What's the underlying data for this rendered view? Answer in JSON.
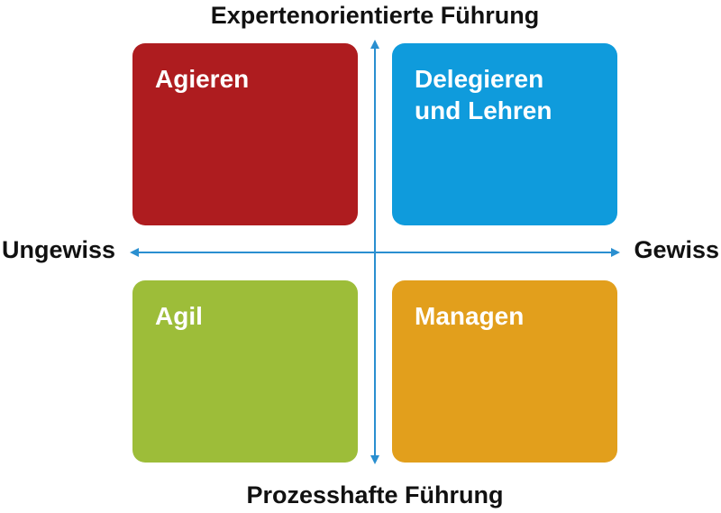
{
  "axes": {
    "top": "Expertenorientierte Führung",
    "bottom": "Prozesshafte Führung",
    "left": "Ungewiss",
    "right": "Gewiss",
    "arrow_color": "#2a8fd0"
  },
  "quadrants": [
    {
      "id": "top-left",
      "label": "Agieren",
      "color": "#ae1c1f"
    },
    {
      "id": "top-right",
      "label": "Delegieren\nund Lehren",
      "color": "#0f9bdc"
    },
    {
      "id": "bottom-left",
      "label": "Agil",
      "color": "#9dbd39"
    },
    {
      "id": "bottom-right",
      "label": "Managen",
      "color": "#e29f1c"
    }
  ]
}
